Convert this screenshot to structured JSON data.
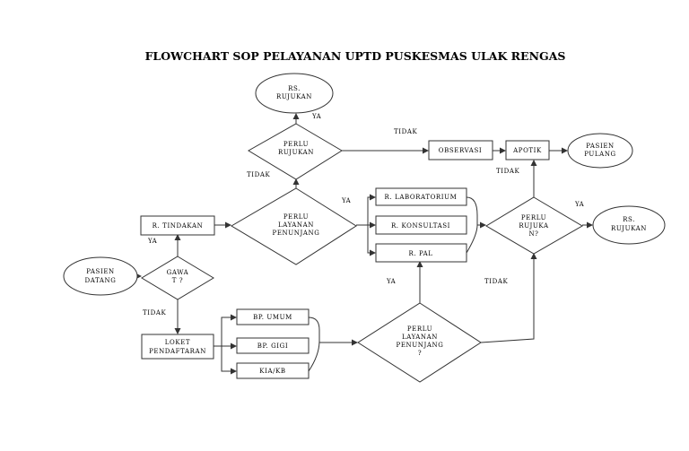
{
  "title": "FLOWCHART SOP PELAYANAN UPTD PUSKESMAS ULAK RENGAS",
  "nodes": {
    "rs_rujukan_top": [
      "RS.",
      "RUJUKAN"
    ],
    "perlu_rujukan": [
      "PERLU",
      "RUJUKAN"
    ],
    "observasi": [
      "OBSERVASI"
    ],
    "apotik": [
      "APOTIK"
    ],
    "pasien_pulang": [
      "PASIEN",
      "PULANG"
    ],
    "perlu_layanan_top": [
      "PERLU",
      "LAYANAN",
      "PENUNJANG"
    ],
    "r_tindakan": [
      "R. TINDAKAN"
    ],
    "r_laboratorium": [
      "R. LABORATORIUM"
    ],
    "r_konsultasi": [
      "R. KONSULTASI"
    ],
    "r_pal": [
      "R. PAL"
    ],
    "perlu_rujukan_2": [
      "PERLU",
      "RUJUKA",
      "N?"
    ],
    "rs_rujukan_right": [
      "RS.",
      "RUJUKAN"
    ],
    "pasien_datang": [
      "PASIEN",
      "DATANG"
    ],
    "gawat": [
      "GAWA",
      "T ?"
    ],
    "loket": [
      "LOKET",
      "PENDAFTARAN"
    ],
    "bp_umum": [
      "BP. UMUM"
    ],
    "bp_gigi": [
      "BP. GIGI"
    ],
    "kia_kb": [
      "KIA/KB"
    ],
    "perlu_layanan_bottom": [
      "PERLU",
      "LAYANAN",
      "PENUNJANG",
      "?"
    ]
  },
  "edge_labels": {
    "ya_rujukan": "YA",
    "tidak_observasi": "TIDAK",
    "tidak_perlu_rujukan": "TIDAK",
    "ya_penunjang": "YA",
    "tidak_apotik": "TIDAK",
    "ya_rs_right": "YA",
    "ya_gawat": "YA",
    "tidak_gawat": "TIDAK",
    "ya_bottom": "YA",
    "tidak_bottom": "TIDAK"
  }
}
